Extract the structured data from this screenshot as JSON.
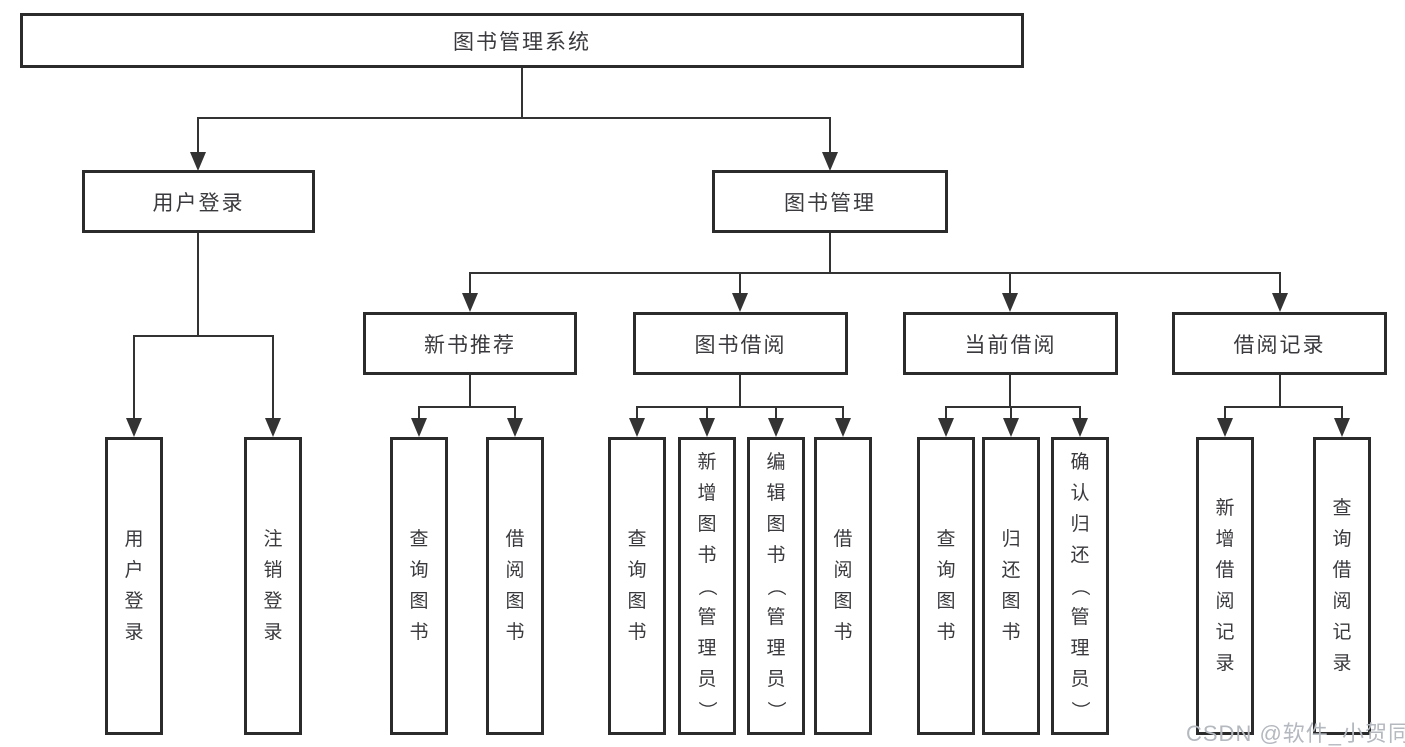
{
  "title": "图书管理系统",
  "watermark": "CSDN @软件_小贺同学",
  "colors": {
    "background": "#ffffff",
    "box_border": "#2b2b2b",
    "connector_line": "#333333",
    "text": "#3a3a3e",
    "watermark": "#b4b8bf"
  },
  "tree": {
    "label": "图书管理系统",
    "children": [
      {
        "label": "用户登录",
        "children": [
          {
            "label": "用户登录"
          },
          {
            "label": "注销登录"
          }
        ]
      },
      {
        "label": "图书管理",
        "children": [
          {
            "label": "新书推荐",
            "children": [
              {
                "label": "查询图书"
              },
              {
                "label": "借阅图书"
              }
            ]
          },
          {
            "label": "图书借阅",
            "children": [
              {
                "label": "查询图书"
              },
              {
                "label": "新增图书（管理员）"
              },
              {
                "label": "编辑图书（管理员）"
              },
              {
                "label": "借阅图书"
              }
            ]
          },
          {
            "label": "当前借阅",
            "children": [
              {
                "label": "查询图书"
              },
              {
                "label": "归还图书"
              },
              {
                "label": "确认归还（管理员）"
              }
            ]
          },
          {
            "label": "借阅记录",
            "children": [
              {
                "label": "新增借阅记录"
              },
              {
                "label": "查询借阅记录"
              }
            ]
          }
        ]
      }
    ]
  }
}
